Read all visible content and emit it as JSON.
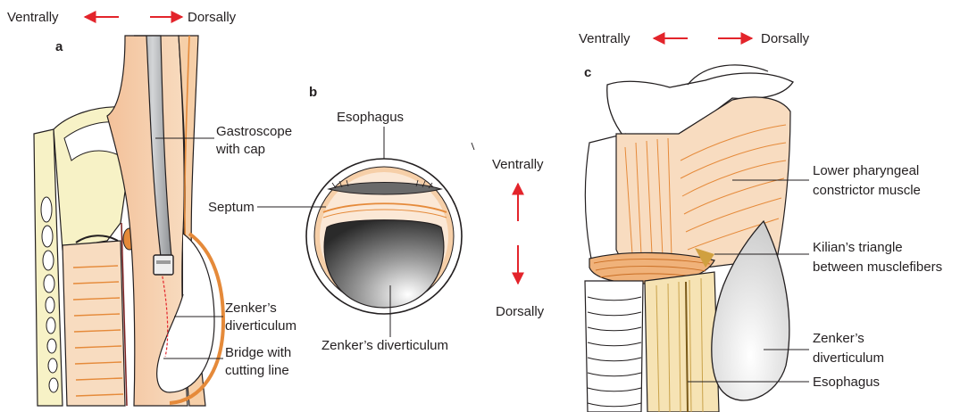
{
  "panels": {
    "a": {
      "letter": "a",
      "direction": {
        "left": "Ventrally",
        "right": "Dorsally"
      },
      "labels": {
        "gastroscope_line1": "Gastroscope",
        "gastroscope_line2": "with cap",
        "zenker_line1": "Zenker’s",
        "zenker_line2": "diverticulum",
        "bridge_line1": "Bridge with",
        "bridge_line2": "cutting line"
      }
    },
    "b": {
      "letter": "b",
      "labels": {
        "esophagus": "Esophagus",
        "septum": "Septum",
        "zenker": "Zenker’s diverticulum",
        "ventrally": "Ventrally",
        "dorsally": "Dorsally"
      }
    },
    "c": {
      "letter": "c",
      "direction": {
        "left": "Ventrally",
        "right": "Dorsally"
      },
      "labels": {
        "lower_line1": "Lower pharyngeal",
        "lower_line2": "constrictor muscle",
        "kilian_line1": "Kilian’s triangle",
        "kilian_line2": "between musclefibers",
        "zenker_line1": "Zenker’s",
        "zenker_line2": "diverticulum",
        "esophagus": "Esophagus"
      }
    }
  },
  "colors": {
    "arrow": "#e3242b",
    "skin": "#f6cfa8",
    "muscle": "#f0b27a",
    "muscle_fiber": "#e58a3a",
    "cartilage": "#f7f2c6",
    "scope": "#b9bbbe",
    "line": "#231f20"
  }
}
